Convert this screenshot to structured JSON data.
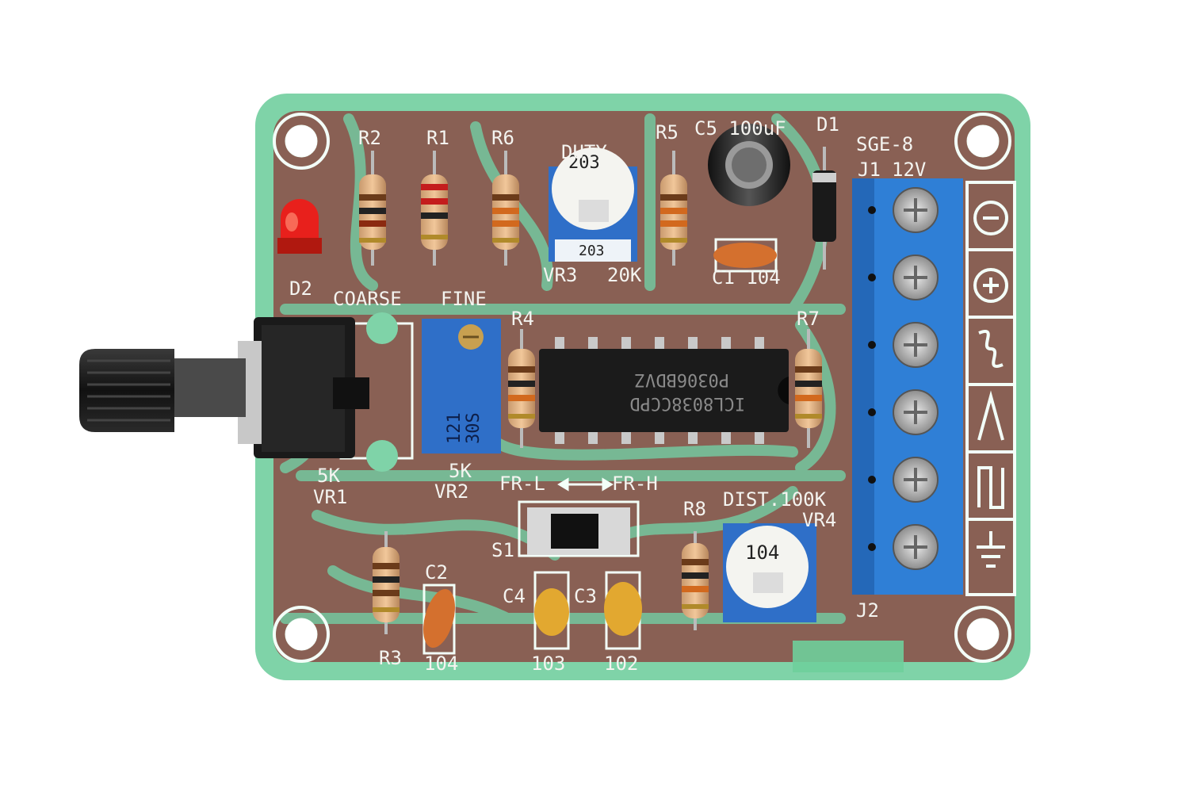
{
  "board": {
    "model": "SGE-8",
    "colors": {
      "pcb_green": "#7fd3a8",
      "copper": "#8a5a4f",
      "terminal_blue": "#2f7fd6",
      "led_red": "#e8201c",
      "trimmer_blue": "#2f6fc8"
    }
  },
  "labels": {
    "r1": "R1",
    "r2": "R2",
    "r3": "R3",
    "r4": "R4",
    "r5": "R5",
    "r6": "R6",
    "r7": "R7",
    "r8": "R8",
    "duty": "DUTY",
    "c5": "C5 100uF",
    "d1": "D1",
    "d2": "D2",
    "model": "SGE-8",
    "j1": "J1",
    "v12": "12V",
    "vr3": "VR3",
    "k20": "20K",
    "c1": "C1 104",
    "coarse": "COARSE",
    "fine": "FINE",
    "k5a": "5K",
    "vr1": "VR1",
    "k5b": "5K",
    "vr2": "VR2",
    "frl": "FR-L",
    "frh": "FR-H",
    "s1": "S1",
    "dist": "DIST.100K",
    "vr4": "VR4",
    "c2": "C2",
    "c4": "C4",
    "c3": "C3",
    "v104a": "104",
    "v103": "103",
    "v102": "102",
    "j2": "J2"
  },
  "components": {
    "ic_line1": "ICL8038CCPD",
    "ic_line2": "P0306BDVZ",
    "vr3_code": "203",
    "vr3_base": "203",
    "vr4_code": "104",
    "vr2_code1": "121",
    "vr2_code2": "30S"
  },
  "terminal_symbols": [
    "minus-symbol",
    "plus-symbol",
    "sine-wave-symbol",
    "triangle-wave-symbol",
    "square-wave-symbol",
    "ground-symbol"
  ]
}
